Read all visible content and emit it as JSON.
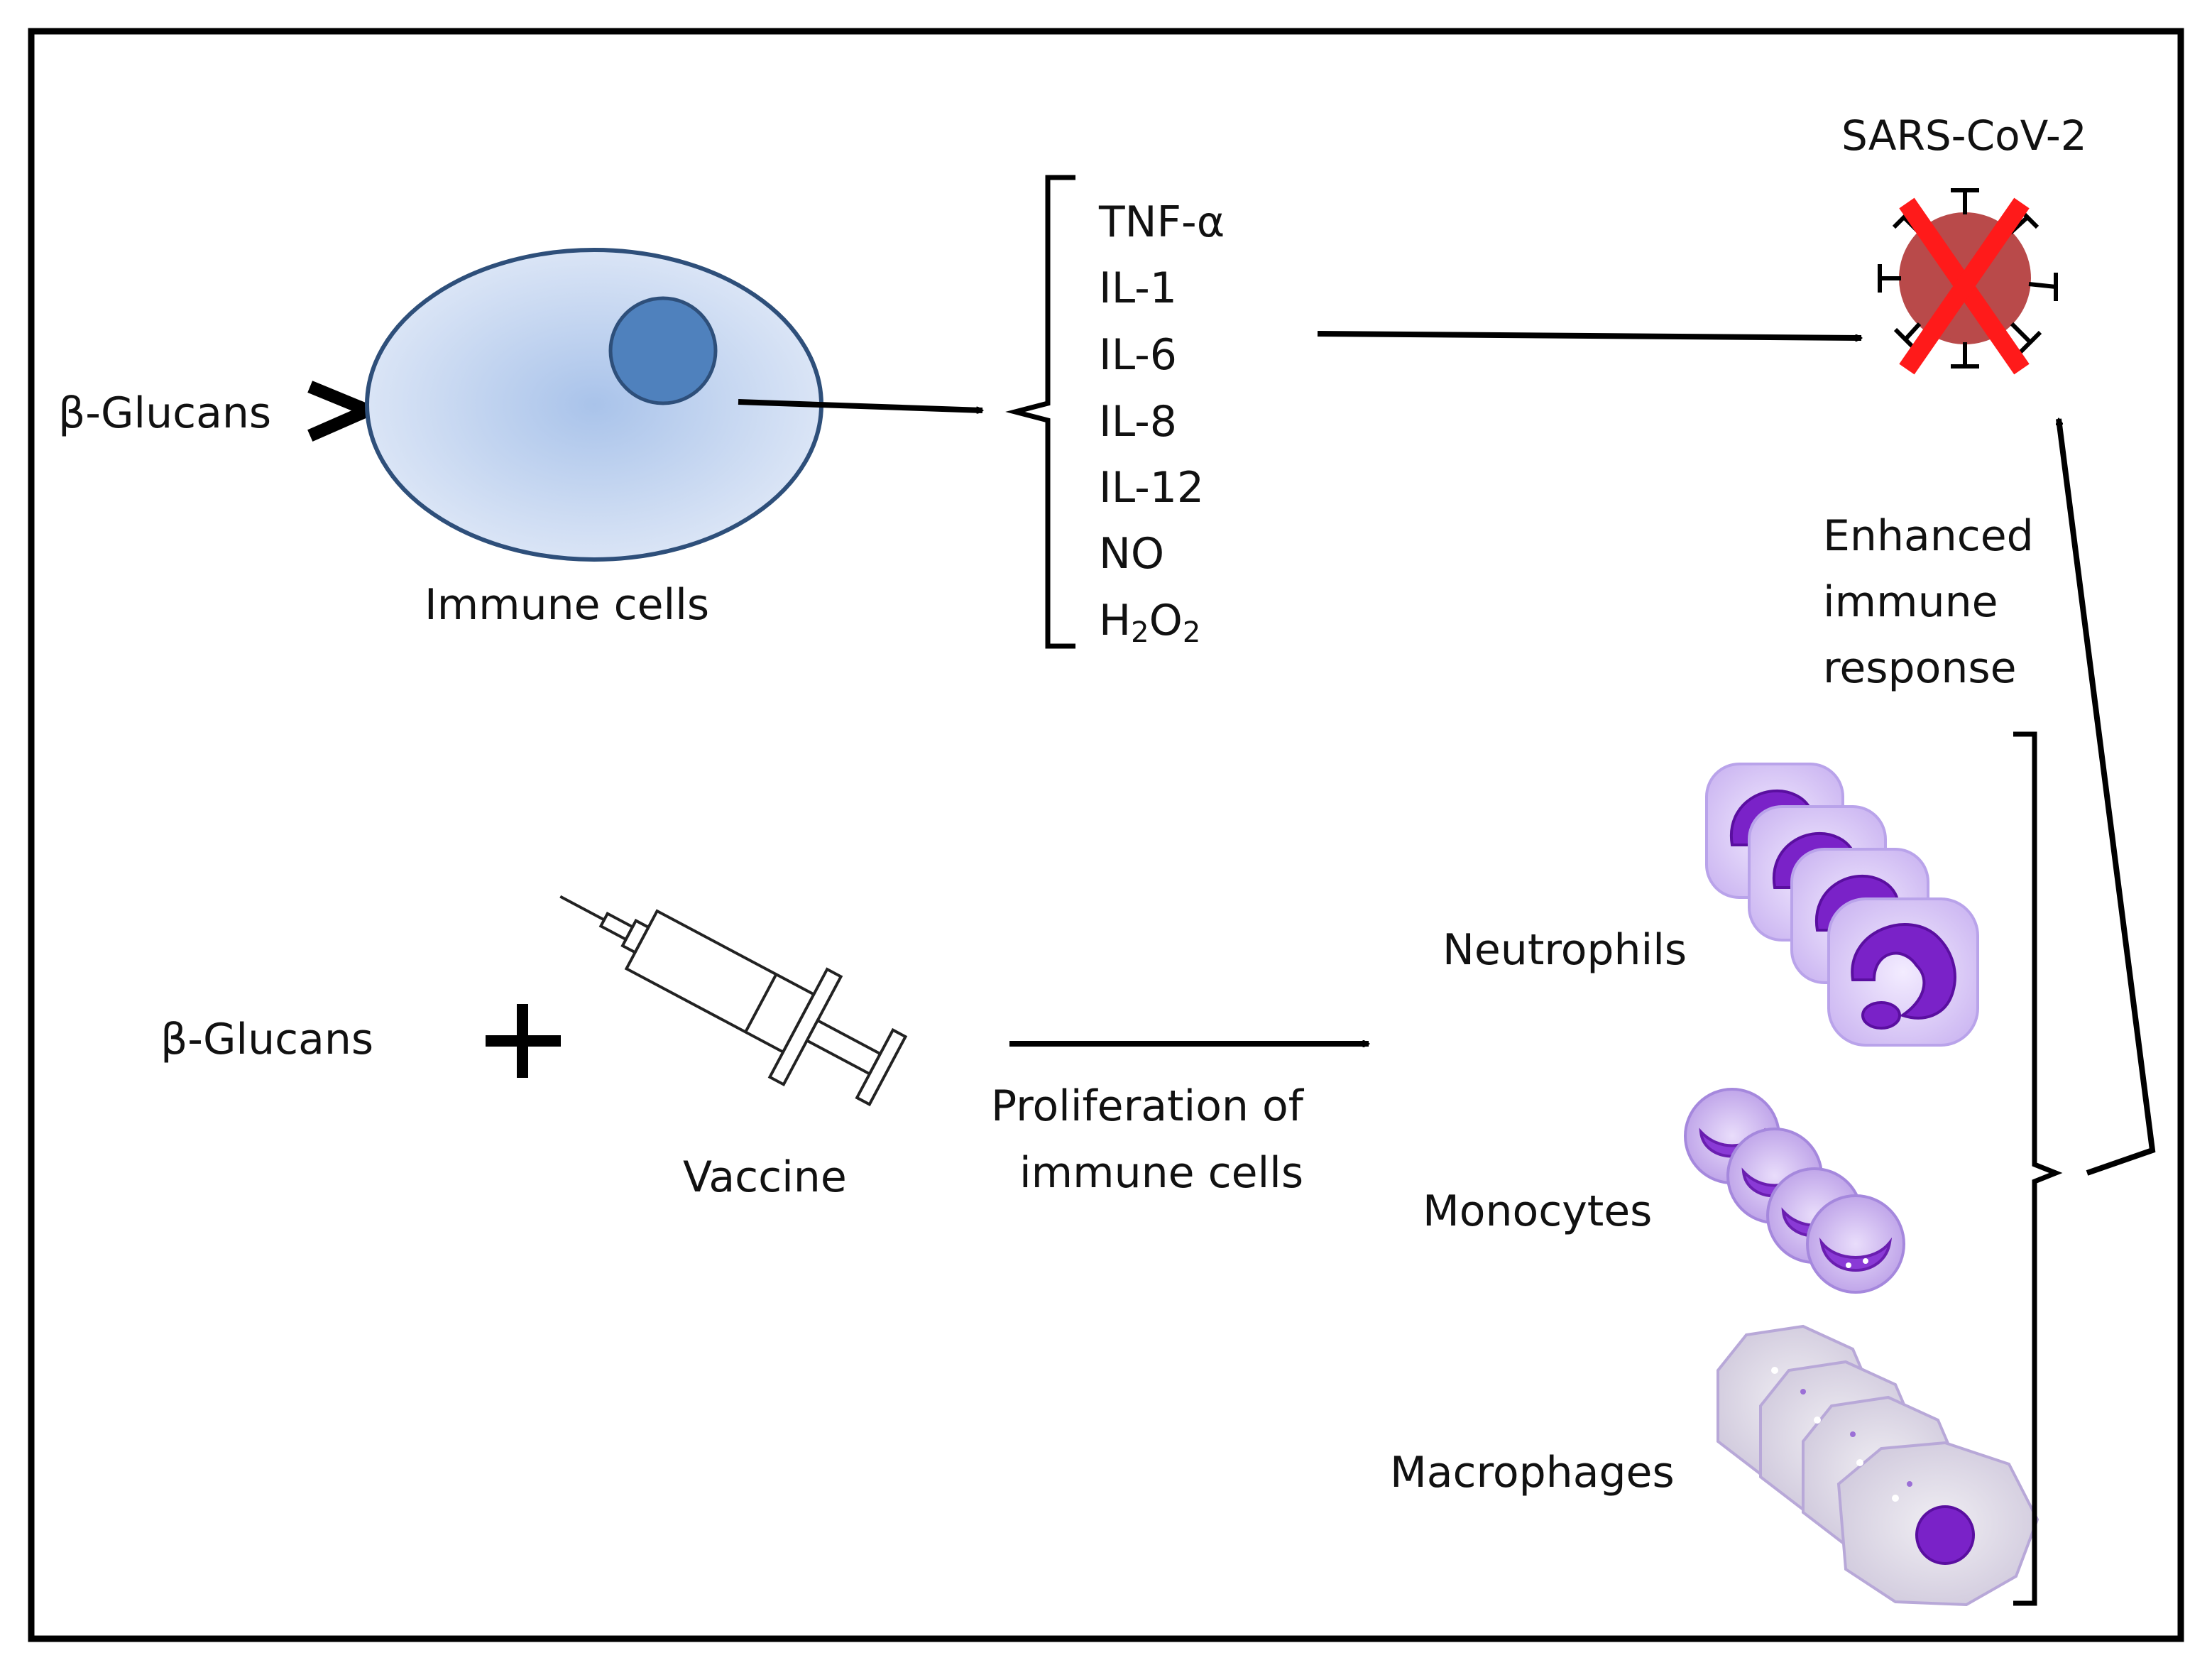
{
  "top": {
    "ligand_label": "β-Glucans",
    "cell_label": "Immune cells",
    "cytokines": [
      "TNF-α",
      "IL-1",
      "IL-6",
      "IL-8",
      "IL-12",
      "NO"
    ],
    "h2o2": {
      "h1": "H",
      "sub1": "2",
      "o": "O",
      "sub2": "2"
    },
    "virus_label": "SARS-CoV-2"
  },
  "bottom": {
    "ligand_label": "β-Glucans",
    "vaccine_label": "Vaccine",
    "proliferation_label": [
      "Proliferation of",
      "immune cells"
    ],
    "cell_types": [
      "Neutrophils",
      "Monocytes",
      "Macrophages"
    ],
    "response_label": [
      "Enhanced",
      "immune",
      "response"
    ]
  },
  "colors": {
    "cell_fill": "#bcd0ee",
    "cell_stroke": "#2e4f7a",
    "nucleus": "#4f81bd",
    "virus": "#b94a4a",
    "cross": "#ff1a1a",
    "neutrophil_nucleus": "#7a22c8",
    "leukocyte_body": "#d9c8f5",
    "macrophage_body": "#dcdcdc"
  },
  "icons": [
    "beta-glucan-receptor-icon",
    "virus-icon",
    "cross-icon",
    "syringe-icon",
    "plus-icon",
    "neutrophil-icon",
    "monocyte-icon",
    "macrophage-icon"
  ]
}
